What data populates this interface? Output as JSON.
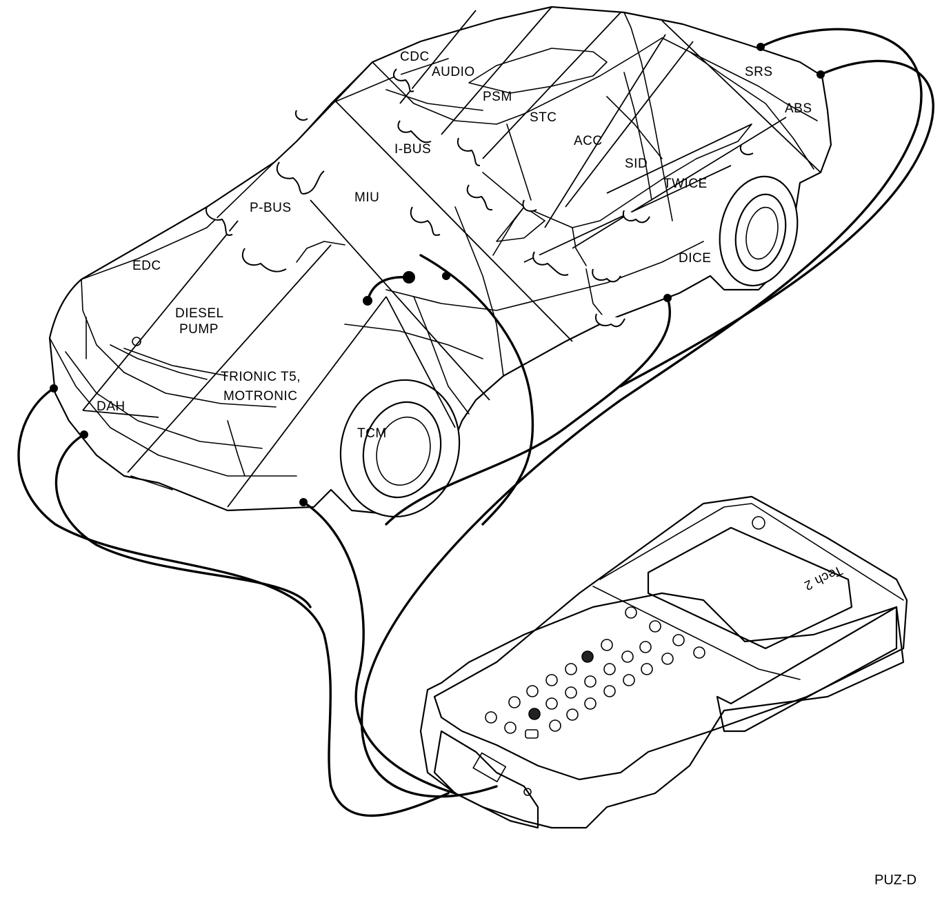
{
  "modules": {
    "cdc": "CDC",
    "audio": "AUDIO",
    "psm": "PSM",
    "stc": "STC",
    "acc": "ACC",
    "srs": "SRS",
    "abs": "ABS",
    "ibus": "I-BUS",
    "sid": "SID",
    "twice": "TWICE",
    "miu": "MIU",
    "pbus": "P-BUS",
    "dice": "DICE",
    "edc": "EDC",
    "diesel_pump_line1": "DIESEL",
    "diesel_pump_line2": "PUMP",
    "trionic_line1": "TRIONIC T5,",
    "trionic_line2": "MOTRONIC",
    "dah": "DAH",
    "tcm": "TCM"
  },
  "tool": {
    "screen_text": "Tech 2"
  },
  "figure_code": "PUZ-D"
}
